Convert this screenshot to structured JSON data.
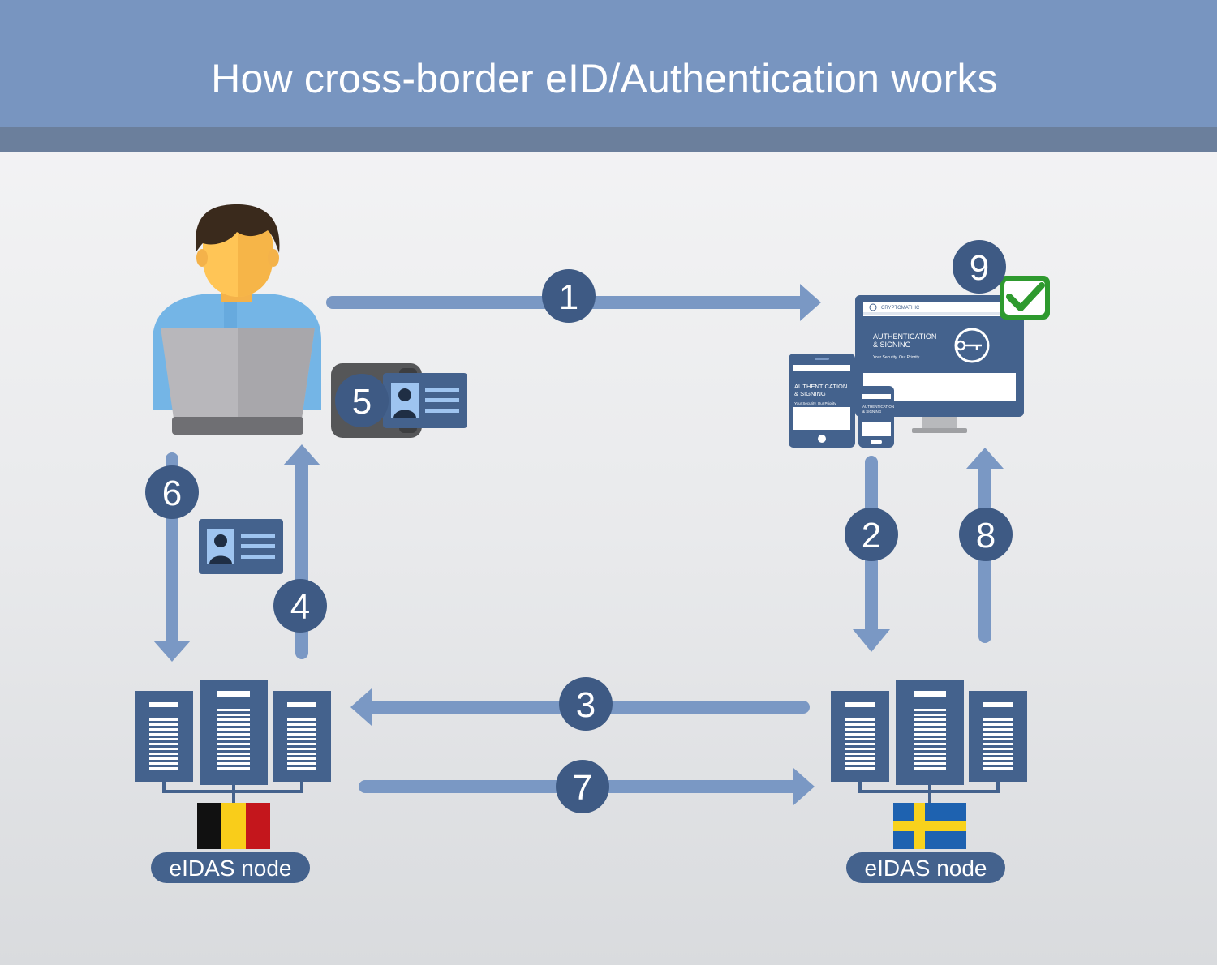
{
  "title": "How cross-border eID/Authentication works",
  "steps": {
    "s1": "1",
    "s2": "2",
    "s3": "3",
    "s4": "4",
    "s5": "5",
    "s6": "6",
    "s7": "7",
    "s8": "8",
    "s9": "9"
  },
  "nodes": {
    "left_label": "eIDAS node",
    "right_label": "eIDAS node",
    "left_flag": "belgium-flag",
    "right_flag": "sweden-flag"
  },
  "website": {
    "brand": "CRYPTOMATHIC",
    "heading_line1": "AUTHENTICATION",
    "heading_line2": "& SIGNING",
    "tagline": "Your Security. Our Priority."
  },
  "colors": {
    "header": "#7895c0",
    "header_band": "#6b7f9c",
    "arrow": "#7a98c4",
    "step_circle": "#3e5a84",
    "server": "#44628d",
    "check_green": "#2e9a2e"
  }
}
